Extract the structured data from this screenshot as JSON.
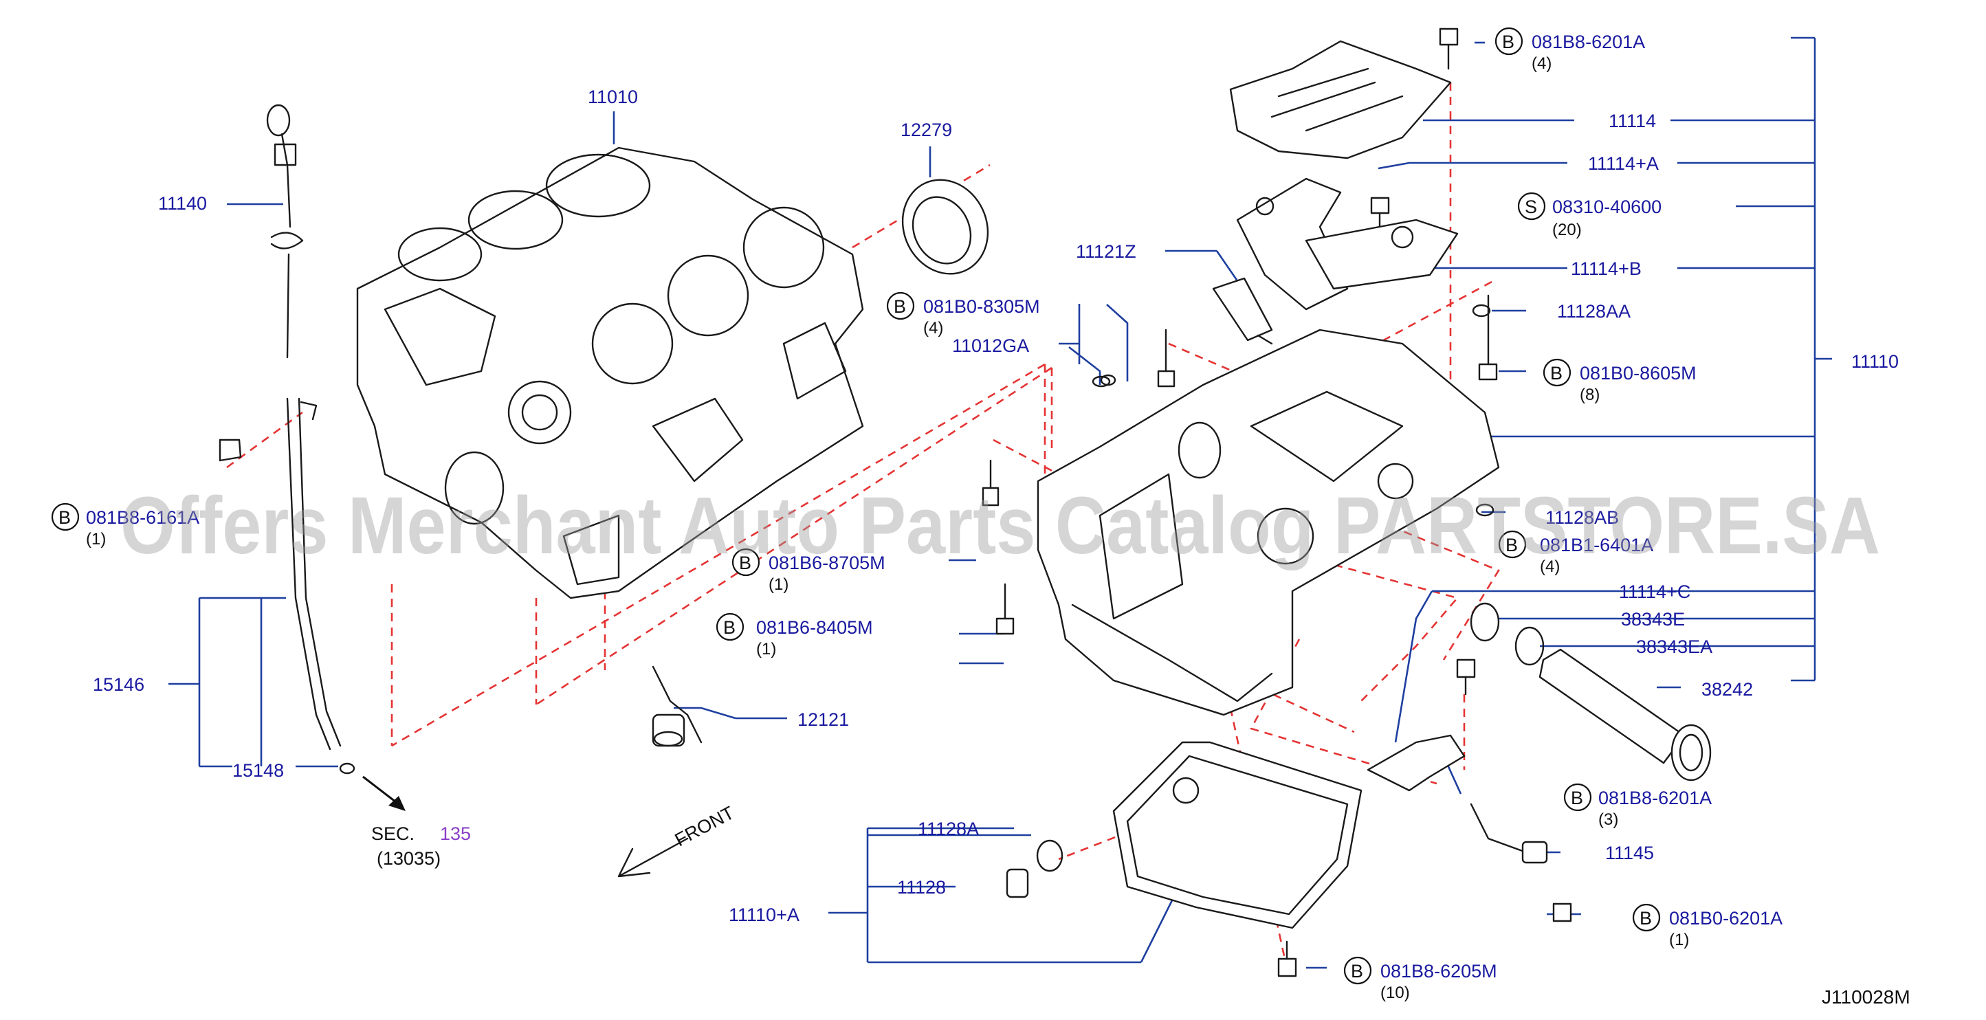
{
  "diagram_code": "J110028M",
  "watermark": "Offers Merchant Auto Parts Catalog PARTSTORE.SA",
  "section_ref": {
    "prefix": "SEC.",
    "number": "135",
    "sub": "(13035)"
  },
  "front_label": "FRONT",
  "part_labels": {
    "p11010": "11010",
    "p12279": "12279",
    "p11140": "11140",
    "p15146": "15146",
    "p15148": "15148",
    "p12121": "12121",
    "p11121z": "11121Z",
    "p11012ga": "11012GA",
    "p11114": "11114",
    "p11114a": "11114+A",
    "p11114b": "11114+B",
    "p11114c": "11114+C",
    "p11128aa": "11128AA",
    "p11128ab": "11128AB",
    "p11110": "11110",
    "p38343e": "38343E",
    "p38343ea": "38343EA",
    "p38242": "38242",
    "p11145": "11145",
    "p11128a": "11128A",
    "p11128": "11128",
    "p11110a": "11110+A"
  },
  "fasteners": {
    "f1": {
      "code": "081B8-6201A",
      "qty": "(4)",
      "type": "B"
    },
    "f2": {
      "code": "08310-40600",
      "qty": "(20)",
      "type": "S"
    },
    "f3": {
      "code": "081B0-8305M",
      "qty": "(4)",
      "type": "B"
    },
    "f4": {
      "code": "081B0-8605M",
      "qty": "(8)",
      "type": "B"
    },
    "f5": {
      "code": "081B8-6161A",
      "qty": "(1)",
      "type": "B"
    },
    "f6": {
      "code": "081B6-8705M",
      "qty": "(1)",
      "type": "B"
    },
    "f7": {
      "code": "081B1-6401A",
      "qty": "(4)",
      "type": "B"
    },
    "f8": {
      "code": "081B6-8405M",
      "qty": "(1)",
      "type": "B"
    },
    "f9": {
      "code": "081B8-6201A",
      "qty": "(3)",
      "type": "B"
    },
    "f10": {
      "code": "081B0-6201A",
      "qty": "(1)",
      "type": "B"
    },
    "f11": {
      "code": "081B8-6205M",
      "qty": "(10)",
      "type": "B"
    }
  }
}
